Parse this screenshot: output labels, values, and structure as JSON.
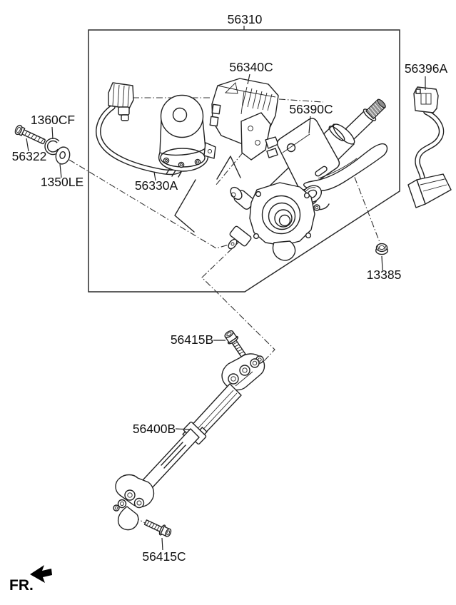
{
  "diagram_type": "exploded-parts-diagram",
  "subject": "steering column and intermediate shaft assembly",
  "colors": {
    "background": "#ffffff",
    "line": "#222222",
    "text": "#111111"
  },
  "callouts": [
    {
      "text": "56310"
    },
    {
      "text": "56340C"
    },
    {
      "text": "56396A"
    },
    {
      "text": "1360CF"
    },
    {
      "text": "56322"
    },
    {
      "text": "1350LE"
    },
    {
      "text": "56330A"
    },
    {
      "text": "56390C"
    },
    {
      "text": "13385"
    },
    {
      "text": "56415B"
    },
    {
      "text": "56400B"
    },
    {
      "text": "56415C"
    }
  ],
  "fr_indicator": {
    "text": "FR."
  }
}
